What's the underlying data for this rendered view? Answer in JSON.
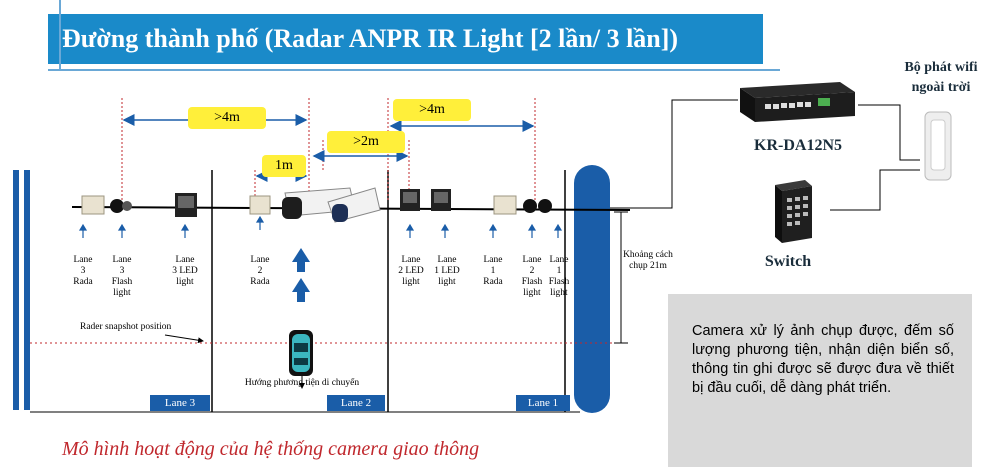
{
  "banner": {
    "title": "Đường thành phố (Radar ANPR IR Light [2 lần/ 3 lần])"
  },
  "distances": {
    "d1": ">4m",
    "d2": "1m",
    "d3": ">2m",
    "d4": ">4m"
  },
  "device_labels": [
    {
      "id": "lane3-rada",
      "text": "Lane\n3\nRada"
    },
    {
      "id": "lane3-flash",
      "text": "Lane\n3\nFlash\nlight"
    },
    {
      "id": "lane3-led",
      "text": "Lane\n3 LED\nlight"
    },
    {
      "id": "lane2-rada",
      "text": "Lane\n2\nRada"
    },
    {
      "id": "lane2-led",
      "text": "Lane\n2 LED\nlight"
    },
    {
      "id": "lane1-led",
      "text": "Lane\n1 LED\nlight"
    },
    {
      "id": "lane1-rada",
      "text": "Lane\n1\nRada"
    },
    {
      "id": "lane2-flash",
      "text": "Lane\n2\nFlash\nlight"
    },
    {
      "id": "lane1-flash",
      "text": "Lane\n1\nFlash\nlight"
    }
  ],
  "snapshot_distance": "Khoảng cách\nchụp 21m",
  "snapshot_label": "Rader snapshot position",
  "direction_label": "Hướng phương tiện di chuyển",
  "lanes": [
    "Lane 3",
    "Lane 2",
    "Lane 1"
  ],
  "wifi_label": "Bộ phát wifi\nngoài trời",
  "nvr_label": "KR-DA12N5",
  "switch_label": "Switch",
  "info_text": "Camera xử lý ảnh chụp được, đếm số lượng phương tiện, nhận diện biển số, thông tin ghi được sẽ được đưa về thiết bị đầu cuối, dễ dàng phát triển.",
  "caption": "Mô hình hoạt động của hệ thống camera giao thông",
  "colors": {
    "banner": "#1a8ac9",
    "lane_tag": "#1a5da8",
    "distance_box": "#ffef3a",
    "caption": "#c0282d",
    "info_box": "#d9d9d9"
  }
}
